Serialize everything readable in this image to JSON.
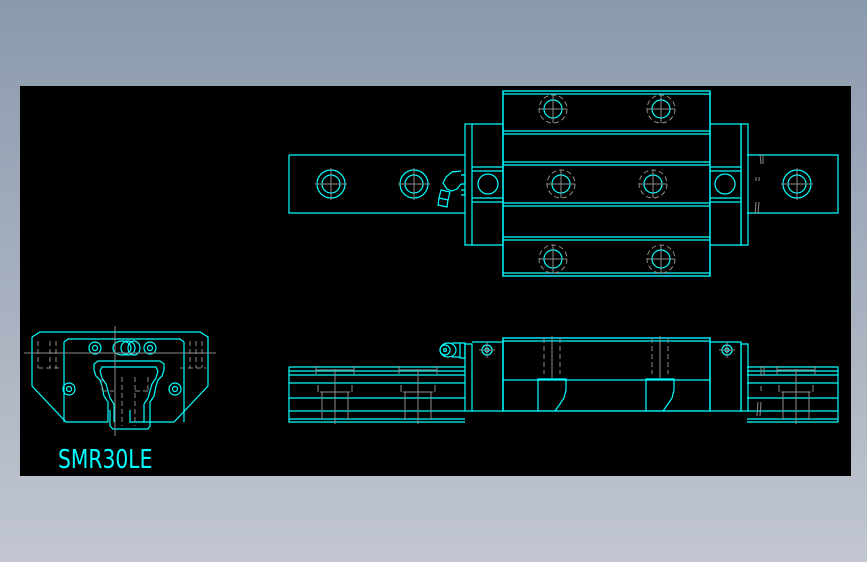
{
  "drawing": {
    "part_label": "SMR30LE",
    "background_color": "#000000",
    "line_color": "#00ffff",
    "hidden_line_color": "#8c8c8c",
    "views": [
      {
        "name": "end-view",
        "description": "Front section of carriage block on rail"
      },
      {
        "name": "top-view",
        "description": "Plan view of carriage on rail with mounting holes and grease nipple"
      },
      {
        "name": "side-view",
        "description": "Side elevation of carriage on rail"
      }
    ]
  }
}
